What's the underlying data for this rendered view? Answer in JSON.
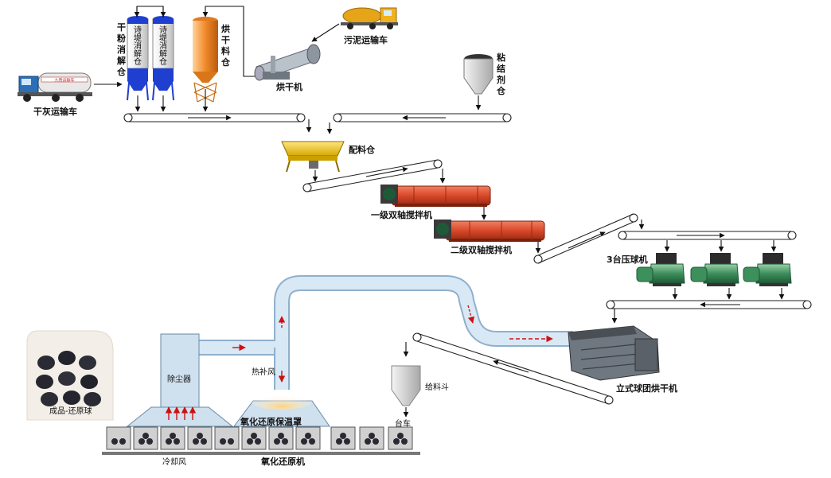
{
  "labels": {
    "dry_ash_truck": "干灰运输车",
    "dry_powder_silo": [
      "干",
      "粉",
      "消",
      "解",
      "仓"
    ],
    "dry_material_silo": [
      "烘",
      "干",
      "料",
      "仓"
    ],
    "dryer": "烘干机",
    "sludge_truck": "污泥运输车",
    "binder_silo": [
      "粘",
      "结",
      "剂",
      "仓"
    ],
    "batching_bin": "配料仓",
    "mixer_1": "一级双轴搅拌机",
    "mixer_2": "二级双轴搅拌机",
    "briquette_press": "3台压球机",
    "vertical_dryer": "立式球团烘干机",
    "dust_collector": "除尘器",
    "hot_air": "热补风",
    "feed_hopper": "给料斗",
    "finished_product": "成品-还原球",
    "oxidation_hood": "氧化还原保温罩",
    "trolley": "台车",
    "cooling_air": "冷却风",
    "oxidation_reducer": "氧化还原机"
  },
  "silo_stripe_text": [
    "诗",
    "堤",
    "消",
    "解",
    "仓"
  ],
  "truck_banner_text": "九帝运输车",
  "colors": {
    "silo_blue": "#1f3fd0",
    "dryer_silo_orange": "#f08a2a",
    "mixer_red": "#d9482a",
    "press_green": "#2e8b57",
    "pipe_blue": "#c9def0",
    "hood_blue": "#cfe0ee",
    "flow_red": "#cc1111"
  },
  "icons": {
    "truck": "truck-icon",
    "silo": "silo-icon",
    "rotary_dryer": "rotary-dryer-icon",
    "mixer": "twin-shaft-mixer-icon",
    "press": "briquette-press-icon",
    "hopper": "hopper-icon"
  }
}
